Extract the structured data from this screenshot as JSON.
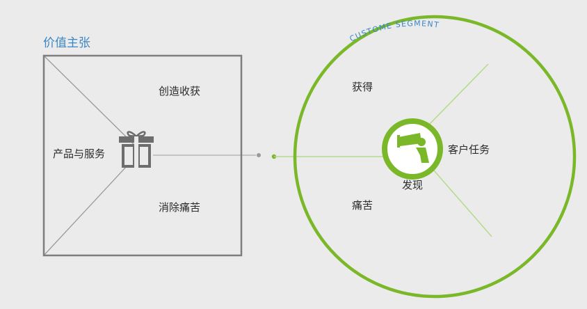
{
  "value_map": {
    "title": "价值主张",
    "gain_creators": "创造收获",
    "products_services": "产品与服务",
    "pain_relievers": "消除痛苦"
  },
  "customer_profile": {
    "arc_label": "CUSTOME SEGMENT",
    "gains": "获得",
    "customer_jobs": "客户任务",
    "pains": "痛苦",
    "discover": "发现"
  },
  "colors": {
    "square_stroke": "#7d7d7d",
    "circle_green": "#7ab829",
    "light_green": "#b5d98a",
    "title_blue": "#3a86c6",
    "connector_gray": "#9a9a9a"
  },
  "icons": {
    "center_square": "gift-icon",
    "center_circle": "telescope-icon"
  }
}
